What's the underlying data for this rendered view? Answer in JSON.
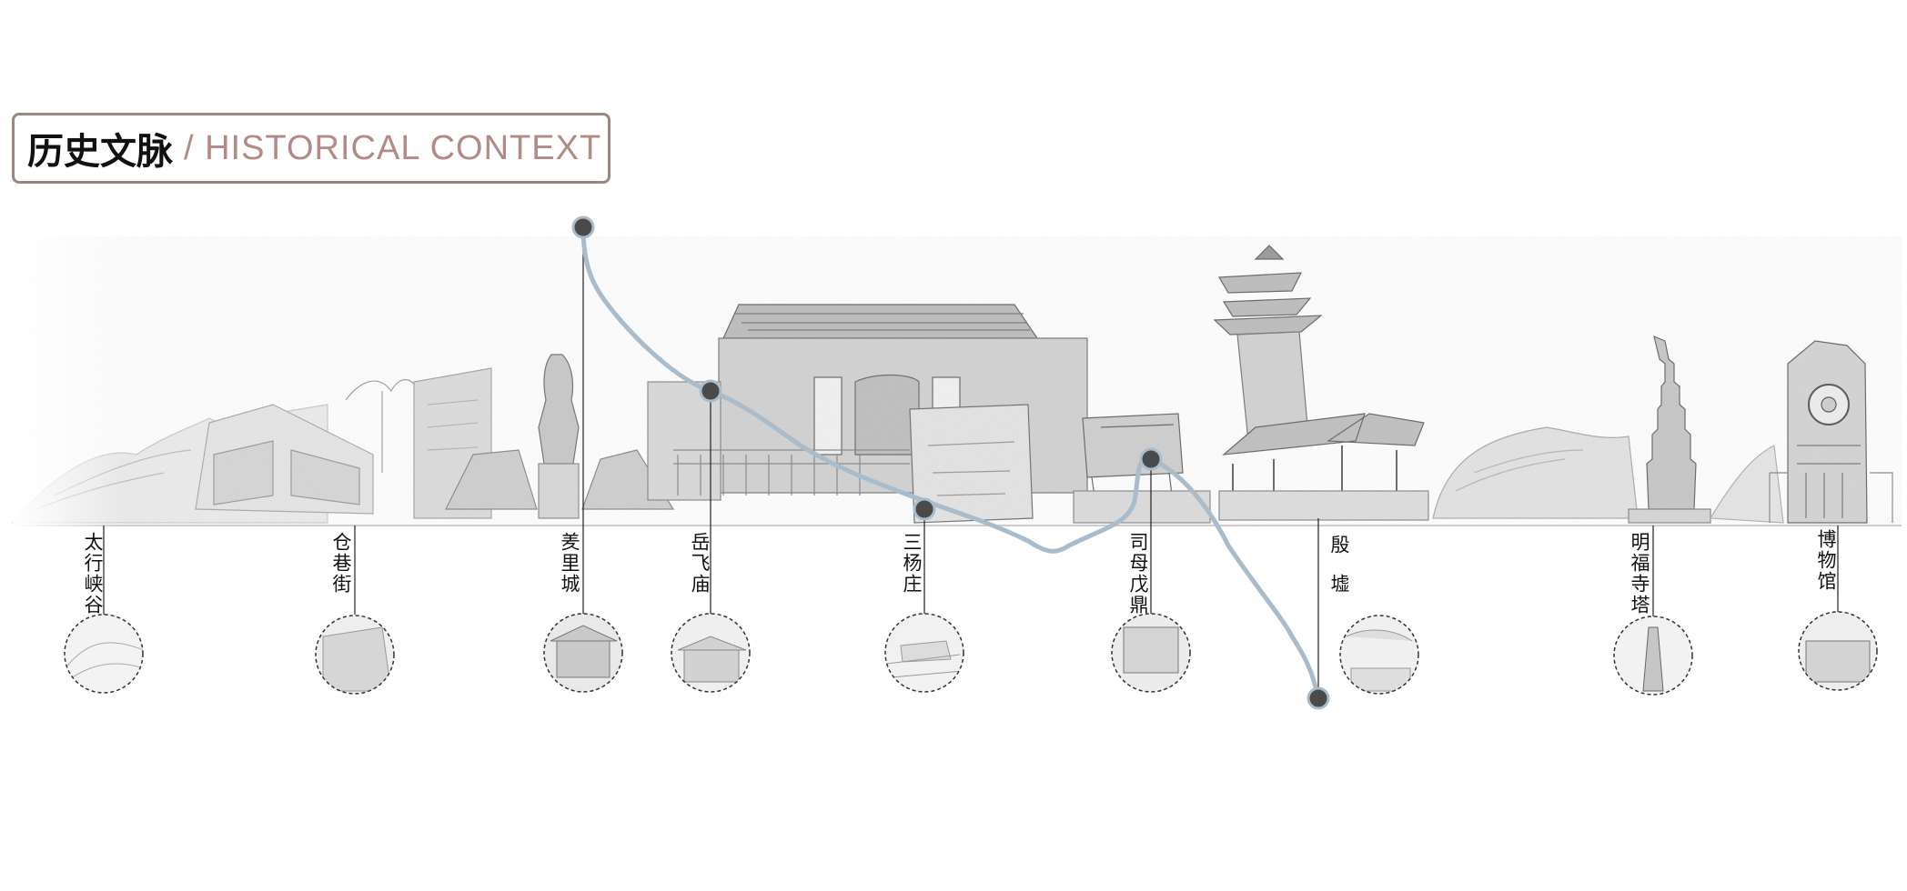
{
  "title": {
    "cn": "历史文脉",
    "en": "/ HISTORICAL CONTEXT"
  },
  "sites": [
    {
      "id": "taihang",
      "label": "太行峡谷"
    },
    {
      "id": "cangxiang",
      "label": "仓巷街"
    },
    {
      "id": "youli",
      "label": "羑里城"
    },
    {
      "id": "yuefei",
      "label": "岳飞庙"
    },
    {
      "id": "sanyang",
      "label": "三杨庄"
    },
    {
      "id": "simuwu",
      "label": "司母戊鼎"
    },
    {
      "id": "yinxu",
      "label": "殷墟"
    },
    {
      "id": "mingfu",
      "label": "明福寺塔"
    },
    {
      "id": "museum",
      "label": "博物馆"
    }
  ],
  "colors": {
    "route": "#a9bccb",
    "node": "#4a4a4a",
    "sketch": "#b9b9b9",
    "title_border": "#9a8784",
    "title_en": "#b28a86"
  }
}
